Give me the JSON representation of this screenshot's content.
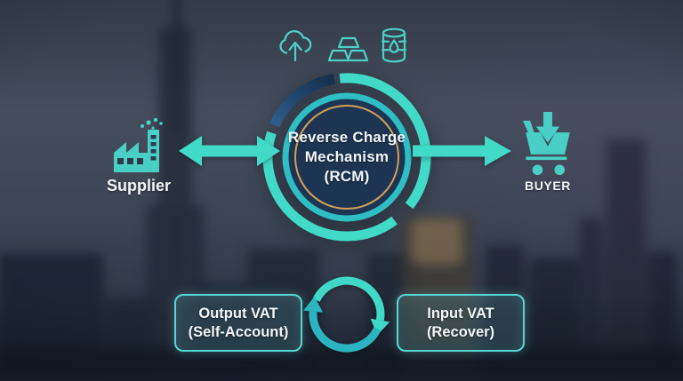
{
  "commodities": {
    "items": [
      {
        "icon": "cloud-upload-icon"
      },
      {
        "icon": "gold-bars-icon"
      },
      {
        "icon": "oil-barrel-icon"
      }
    ]
  },
  "center_circle": {
    "line1": "Reverse Charge",
    "line2": "Mechanism",
    "line3": "(RCM)"
  },
  "supplier": {
    "label": "Supplier",
    "icon": "factory-icon"
  },
  "buyer": {
    "label": "BUYER",
    "icon": "shopping-cart-icon"
  },
  "vat_cycle": {
    "icon": "refresh-cycle-icon",
    "output_box": {
      "line1": "Output VAT",
      "line2": "(Self-Account)"
    },
    "input_box": {
      "line1": "Input VAT",
      "line2": "(Recover)"
    }
  },
  "colors": {
    "teal_bright": "#41dac8",
    "teal_mid": "#2fbec4",
    "teal_deep": "#23a4b4",
    "navy_arc": "#1f4066",
    "circle_fill": "#1d3553",
    "gold_ring": "#d3a055",
    "text_white": "#f2f6f8"
  }
}
